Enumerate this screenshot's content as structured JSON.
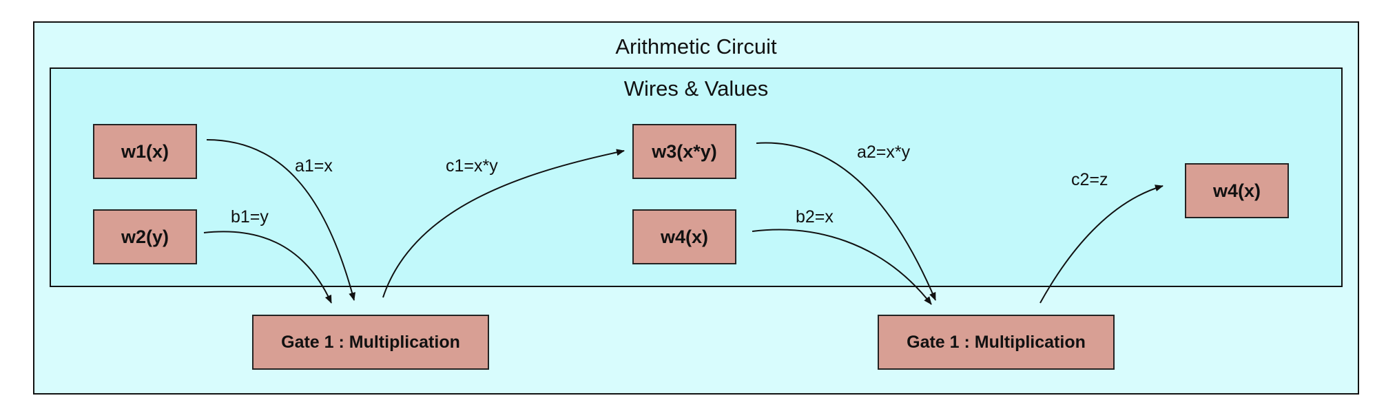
{
  "diagram": {
    "outer_title": "Arithmetic Circuit",
    "inner_title": "Wires & Values",
    "nodes": {
      "w1": "w1(x)",
      "w2": "w2(y)",
      "w3": "w3(x*y)",
      "w4a": "w4(x)",
      "w4b": "w4(x)",
      "gate1": "Gate 1 : Multiplication",
      "gate2": "Gate 1 : Multiplication"
    },
    "edge_labels": {
      "a1": "a1=x",
      "b1": "b1=y",
      "c1": "c1=x*y",
      "a2": "a2=x*y",
      "b2": "b2=x",
      "c2": "c2=z"
    },
    "colors": {
      "outer_fill": "#d8fcfd",
      "inner_fill": "#c2f9fb",
      "node_fill": "#d89f94",
      "stroke": "#111111"
    }
  }
}
